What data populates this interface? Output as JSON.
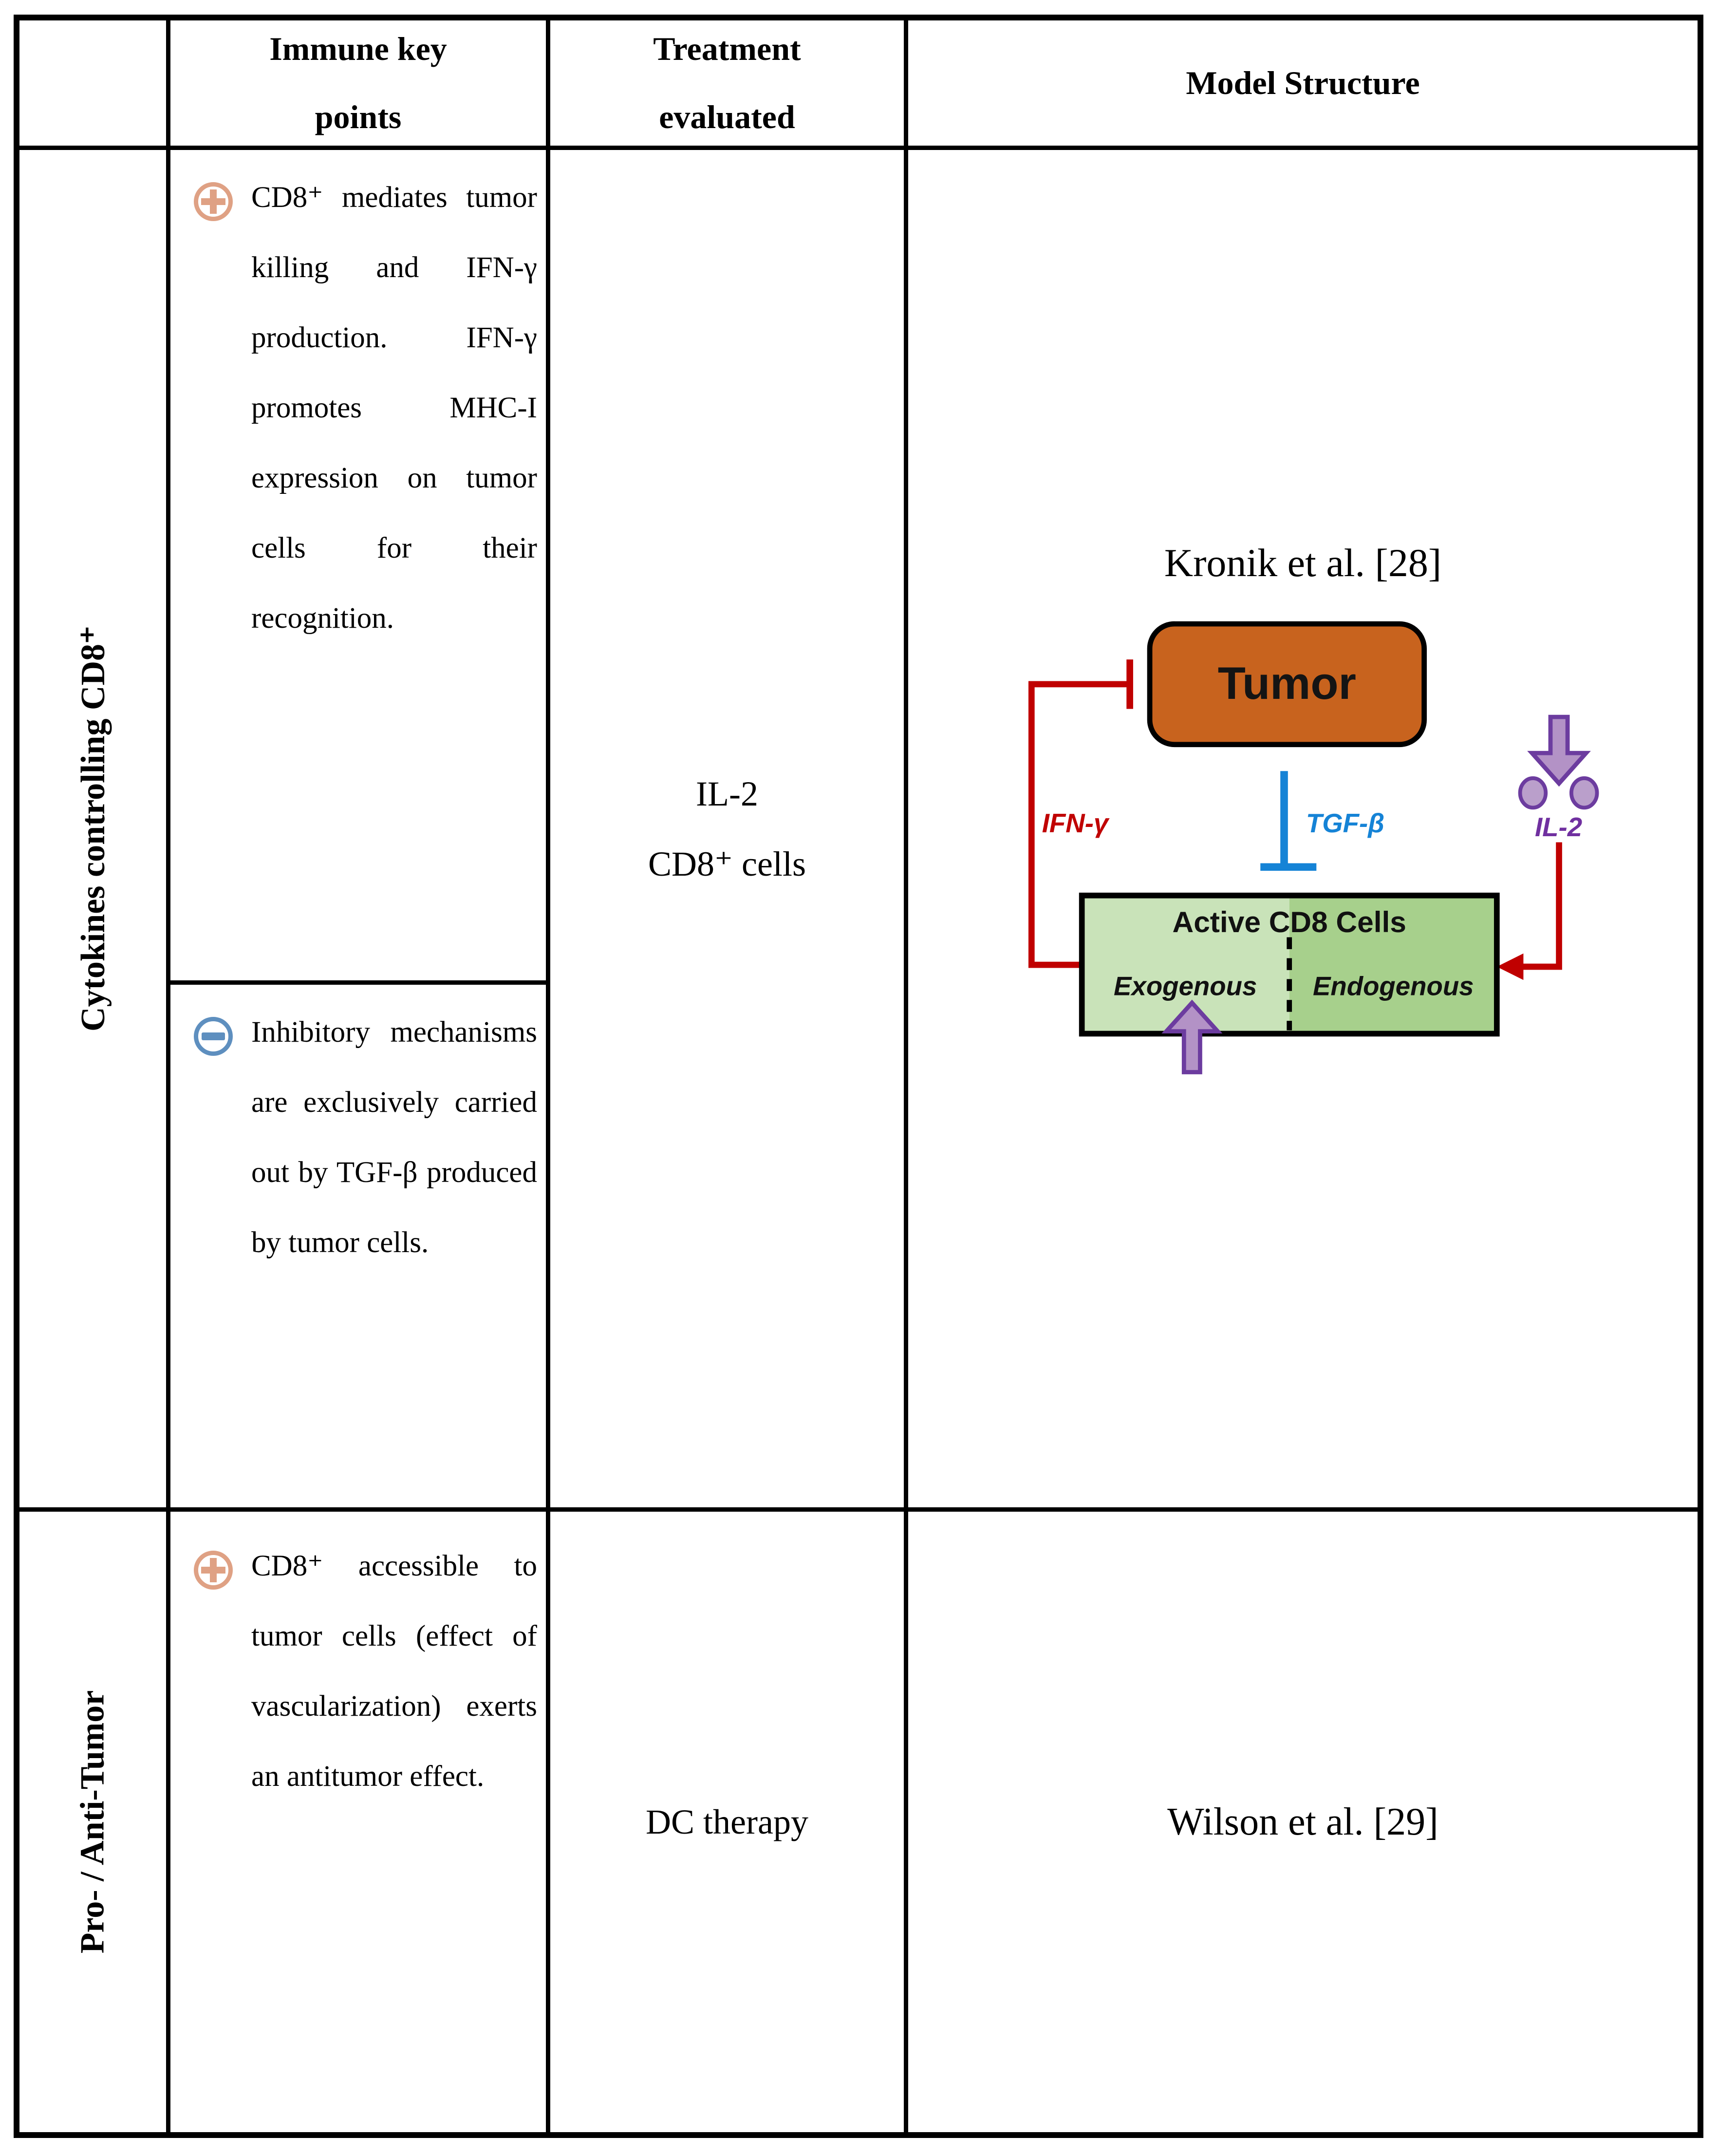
{
  "table": {
    "headers": {
      "immune": "Immune key points",
      "treatment": "Treatment evaluated",
      "model": "Model Structure"
    },
    "rows": [
      {
        "category": "Cytokines controlling CD8⁺",
        "points": [
          {
            "polarity": "positive",
            "text": "CD8⁺ mediates tumor killing and IFN-γ production. IFN-γ promotes MHC-I expression on tumor cells for their recognition."
          },
          {
            "polarity": "negative",
            "text": "Inhibitory mechanisms are exclusively carried out by TGF-β produced by tumor cells."
          }
        ],
        "treatment_lines": [
          "IL-2",
          "CD8⁺ cells"
        ],
        "model_reference": "Kronik et al. [28]",
        "diagram": {
          "tumor_label": "Tumor",
          "ifn_gamma_label": "IFN-γ",
          "tgf_beta_label": "TGF-β",
          "il2_label": "IL-2",
          "cd8_box_title": "Active CD8 Cells",
          "cd8_left_label": "Exogenous",
          "cd8_right_label": "Endogenous",
          "colors": {
            "tumor_fill": "#C8631E",
            "inhibition_red": "#C00000",
            "tgf_blue": "#1583D6",
            "purple_dark": "#6C3C9F",
            "purple_fill": "#B392C6",
            "green_light": "#C9E3B9",
            "green_dark": "#A7D08C"
          }
        }
      },
      {
        "category": "Pro- / Anti-Tumor",
        "points": [
          {
            "polarity": "positive",
            "text": "CD8⁺ accessible to tumor cells (effect of vascularization) exerts an antitumor effect."
          }
        ],
        "treatment_lines": [
          "DC therapy"
        ],
        "model_reference": "Wilson et al. [29]"
      }
    ],
    "icon_legend": {
      "positive": "circled-plus",
      "negative": "circled-minus",
      "positive_color": "#DFA184",
      "negative_color": "#5E8FBF"
    }
  }
}
